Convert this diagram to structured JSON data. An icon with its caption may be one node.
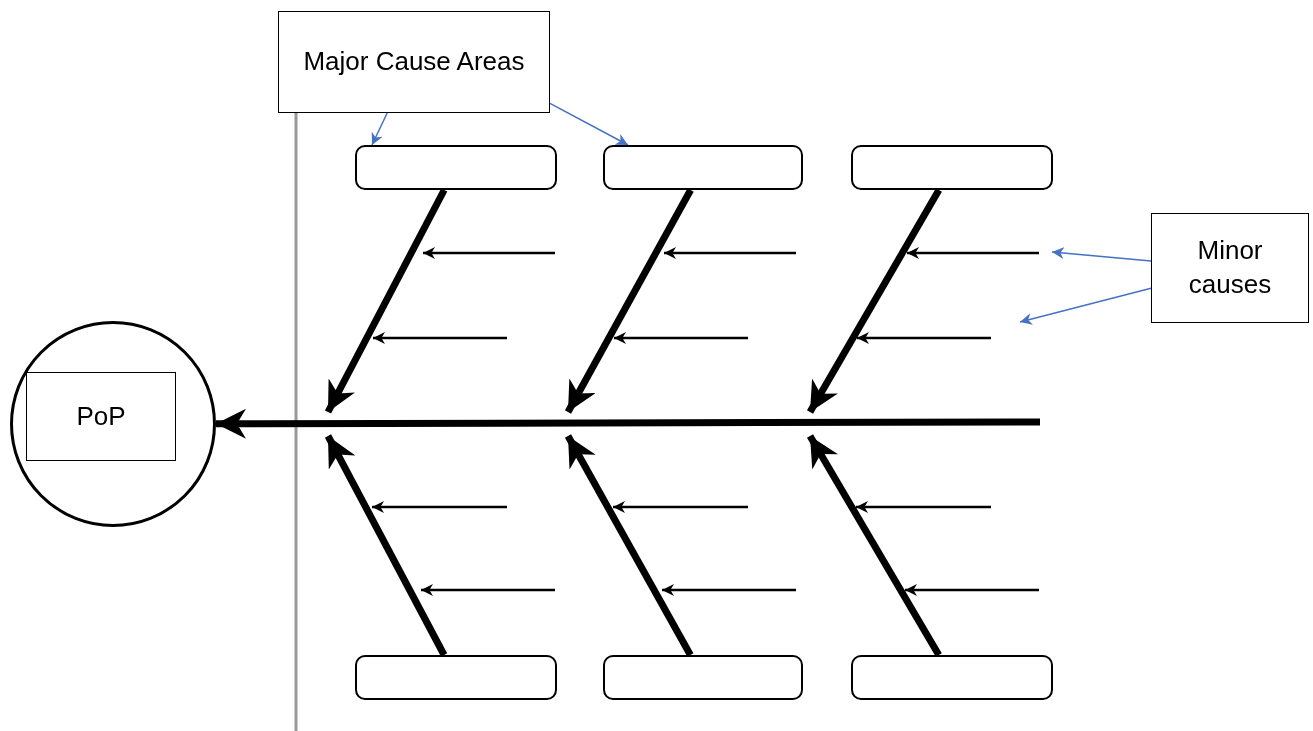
{
  "diagram": {
    "nodes": [
      {
        "text": [
          "Major Cause Areas"
        ]
      },
      {
        "text": [
          "Minor causes"
        ]
      },
      {
        "text": [],
        "shape": "circle"
      },
      {
        "text": [
          "PoP"
        ],
        "in": 2
      },
      {
        "text": [],
        "shape": "box"
      },
      {
        "text": [],
        "shape": "box"
      },
      {
        "text": [],
        "shape": "box"
      },
      {
        "text": [],
        "shape": "box"
      },
      {
        "text": [],
        "shape": "box"
      },
      {
        "text": [],
        "shape": "box"
      }
    ],
    "edges": [
      {
        "from": 0,
        "to": 4,
        "arrow": "to",
        "color": "#4472c4"
      },
      {
        "from": 0,
        "to": 5,
        "arrow": "to",
        "color": "#4472c4"
      },
      {
        "from": 1,
        "to": null,
        "arrow": "to",
        "color": "#4472c4"
      },
      {
        "from": 1,
        "to": null,
        "arrow": "to",
        "color": "#4472c4"
      },
      {
        "from": null,
        "to": 2,
        "arrow": "to"
      },
      {
        "from": 4,
        "to": null,
        "arrow": "to"
      },
      {
        "from": 5,
        "to": null,
        "arrow": "to"
      },
      {
        "from": 6,
        "to": null,
        "arrow": "to"
      },
      {
        "from": 7,
        "to": null,
        "arrow": "to"
      },
      {
        "from": 8,
        "to": null,
        "arrow": "to"
      },
      {
        "from": 9,
        "to": null,
        "arrow": "to"
      }
    ]
  }
}
